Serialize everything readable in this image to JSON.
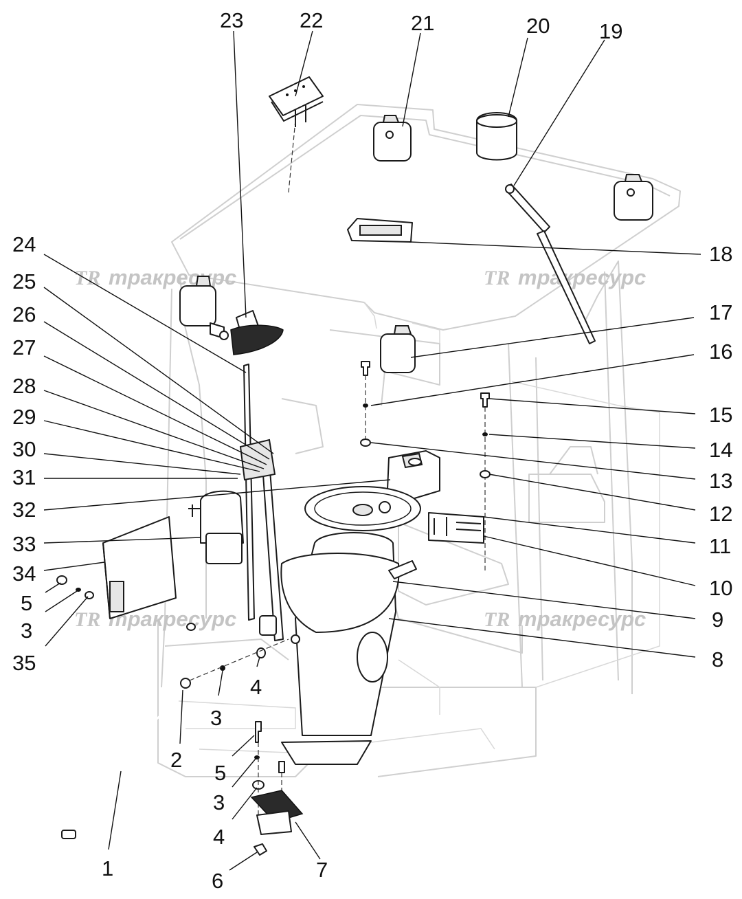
{
  "watermark": {
    "text": "тракресурс",
    "logo": "TR"
  },
  "callouts": [
    "1",
    "2",
    "3",
    "3",
    "3",
    "4",
    "4",
    "5",
    "5",
    "6",
    "7",
    "8",
    "9",
    "10",
    "11",
    "12",
    "13",
    "14",
    "15",
    "16",
    "17",
    "18",
    "19",
    "20",
    "21",
    "22",
    "23",
    "24",
    "25",
    "26",
    "27",
    "28",
    "29",
    "30",
    "31",
    "32",
    "33",
    "34",
    "35"
  ]
}
